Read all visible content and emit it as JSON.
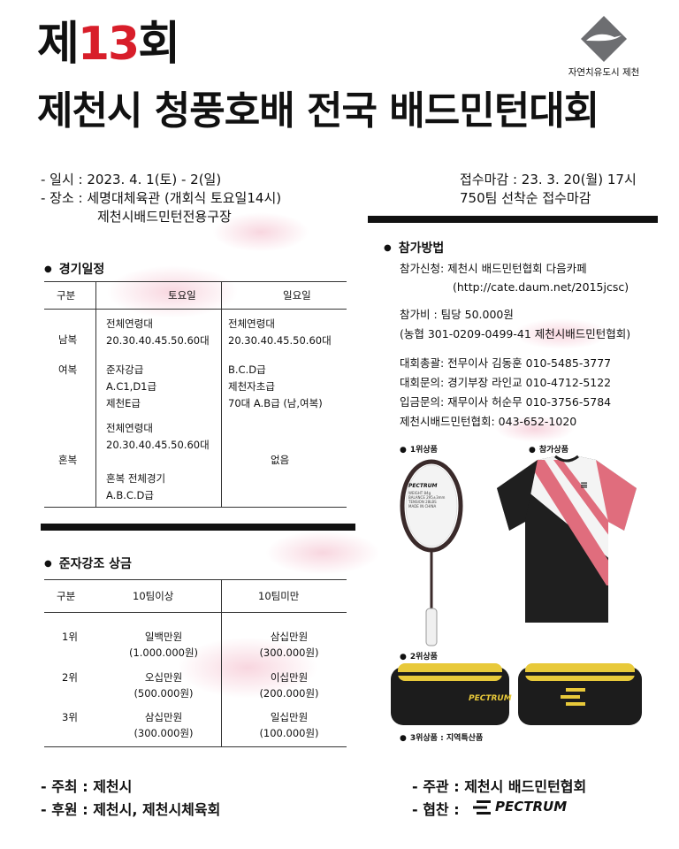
{
  "header": {
    "edition_prefix": "제",
    "edition_number": "13",
    "edition_suffix": "회",
    "title": "제천시 청풍호배 전국 배드민턴대회",
    "logo_caption": "자연치유도시 제천"
  },
  "info": {
    "date": "- 일시 : 2023. 4. 1(토) - 2(일)",
    "venue_line1": "- 장소 : 세명대체육관 (개회식 토요일14시)",
    "venue_line2": "제천시배드민턴전용구장",
    "deadline_line1": "접수마감 : 23. 3. 20(월) 17시",
    "deadline_line2": "750팀 선착순 접수마감"
  },
  "schedule": {
    "section_title": "경기일정",
    "headers": [
      "구분",
      "토요일",
      "일요일"
    ],
    "rows": [
      {
        "category": "남복",
        "saturday": [
          "전체연령대",
          "20.30.40.45.50.60대"
        ],
        "sunday": [
          "전체연령대",
          "20.30.40.45.50.60대"
        ]
      },
      {
        "category": "여복",
        "saturday": [
          "준자강급",
          "A.C1,D1급",
          "제천E급"
        ],
        "sunday": [
          "B.C.D급",
          "제천자초급",
          "70대 A.B급 (남,여복)"
        ]
      },
      {
        "category": "혼복",
        "saturday": [
          "전체연령대",
          "20.30.40.45.50.60대",
          "",
          "혼복 전체경기",
          "A.B.C.D급"
        ],
        "sunday": [
          "없음"
        ]
      }
    ]
  },
  "prize": {
    "section_title": "준자강조 상금",
    "headers": [
      "구분",
      "10팀이상",
      "10팀미만"
    ],
    "rows": [
      {
        "rank": "1위",
        "over10": [
          "일백만원",
          "(1.000.000원)"
        ],
        "under10": [
          "삼십만원",
          "(300.000원)"
        ]
      },
      {
        "rank": "2위",
        "over10": [
          "오십만원",
          "(500.000원)"
        ],
        "under10": [
          "이십만원",
          "(200.000원)"
        ]
      },
      {
        "rank": "3위",
        "over10": [
          "삼십만원",
          "(300.000원)"
        ],
        "under10": [
          "일십만원",
          "(100.000원)"
        ]
      }
    ]
  },
  "participation": {
    "section_title": "참가방법",
    "apply_line1": "참가신청: 제천시 배드민턴협회 다음카페",
    "apply_line2": "(http://cate.daum.net/2015jcsc)",
    "fee_line1": "참가비 : 팀당 50.000원",
    "fee_line2": "(농협 301-0209-0499-41 제천시배드민턴협회)",
    "contacts": [
      "대회총괄: 전무이사 김동훈 010-5485-3777",
      "대회문의: 경기부장 라인교 010-4712-5122",
      "입금문의: 재무이사 허순무 010-3756-5784",
      "제천시배드민턴협회: 043-652-1020"
    ]
  },
  "prizes_gallery": {
    "first_label": "1위상품",
    "participation_label": "참가상품",
    "second_label": "2위상품",
    "third_label": "3위상품 : 지역특산품",
    "racket_brand": "PECTRUM",
    "racket_spec": [
      "WEIGHT 84g",
      "BALANCE 295±3mm",
      "TENSION 28LBS",
      "MADE IN CHINA"
    ],
    "bag_brand": "PECTRUM"
  },
  "footer": {
    "host": "- 주최 : 제천시",
    "sponsor": "- 후원 : 제천시, 제천시체육회",
    "organizer": "- 주관 : 제천시 배드민턴협회",
    "cosponsor_label": "- 협찬 :",
    "cosponsor_brand": "PECTRUM"
  },
  "colors": {
    "accent_red": "#d81e2a",
    "ink": "#111111",
    "shirt_pink": "#e06d7d"
  }
}
